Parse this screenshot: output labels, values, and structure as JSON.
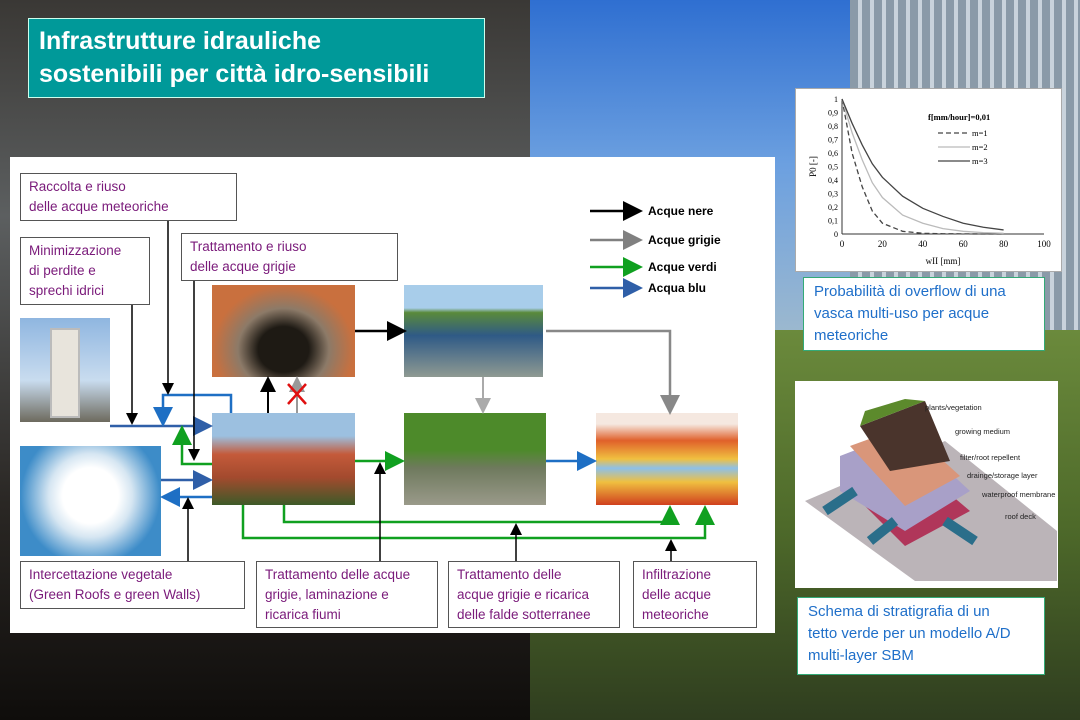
{
  "title": "Infrastrutture idrauliche\nsostenibili per città idro-sensibili",
  "boxes": {
    "raccolta": "Raccolta e riuso\ndelle acque meteoriche",
    "minimizzazione": "Minimizzazione\ndi perdite e\nsprechi idrici",
    "trattamento_riuso": "Trattamento e riuso\ndelle acque grigie",
    "intercettazione": "Intercettazione vegetale\n(Green Roofs e green Walls)",
    "trattamento_laminazione": "Trattamento delle acque\ngrigie, laminazione e\nricarica fiumi",
    "trattamento_falde": "Trattamento delle\nacque grigie e ricarica\ndelle falde sotterranee",
    "infiltrazione": "Infiltrazione\ndelle acque\nmeteoriche"
  },
  "legend": [
    {
      "label": "Acque nere",
      "color": "#000000"
    },
    {
      "label": "Acque grigie",
      "color": "#808080"
    },
    {
      "label": "Acque verdi",
      "color": "#10a020"
    },
    {
      "label": "Acqua blu",
      "color": "#2f5fa8"
    }
  ],
  "captions": {
    "chart": "Probabilità di overflow di una\nvasca multi-uso per acque\nmeteoriche",
    "roof": "Schema di stratigrafia di un\ntetto verde per un modello A/D\nmulti-layer SBM"
  },
  "roof_labels": [
    "plants/vegetation",
    "growing medium",
    "filter/root repellent",
    "drainge/storage layer",
    "waterproof membrane",
    "roof deck"
  ],
  "chart_data": {
    "type": "line",
    "title": "f[mm/hour]=0,01",
    "xlabel": "wII [mm]",
    "ylabel": "P0 [-]",
    "xlim": [
      0,
      100
    ],
    "ylim": [
      0,
      1
    ],
    "xticks": [
      "0",
      "20",
      "40",
      "60",
      "80",
      "100"
    ],
    "yticks": [
      "0",
      "0,1",
      "0,2",
      "0,3",
      "0,4",
      "0,5",
      "0,6",
      "0,7",
      "0,8",
      "0,9",
      "1"
    ],
    "x": [
      0,
      5,
      10,
      15,
      20,
      30,
      40,
      50,
      60,
      70,
      80
    ],
    "series": [
      {
        "name": "m=1",
        "style": "dashed",
        "values": [
          1,
          0.6,
          0.35,
          0.17,
          0.08,
          0.02,
          0.005,
          0.002,
          0.001,
          0,
          0
        ]
      },
      {
        "name": "m=2",
        "style": "light",
        "values": [
          1,
          0.75,
          0.55,
          0.38,
          0.27,
          0.14,
          0.08,
          0.04,
          0.02,
          0.01,
          0.005
        ]
      },
      {
        "name": "m=3",
        "style": "solid",
        "values": [
          1,
          0.82,
          0.66,
          0.52,
          0.42,
          0.28,
          0.19,
          0.13,
          0.08,
          0.05,
          0.03
        ]
      }
    ]
  }
}
